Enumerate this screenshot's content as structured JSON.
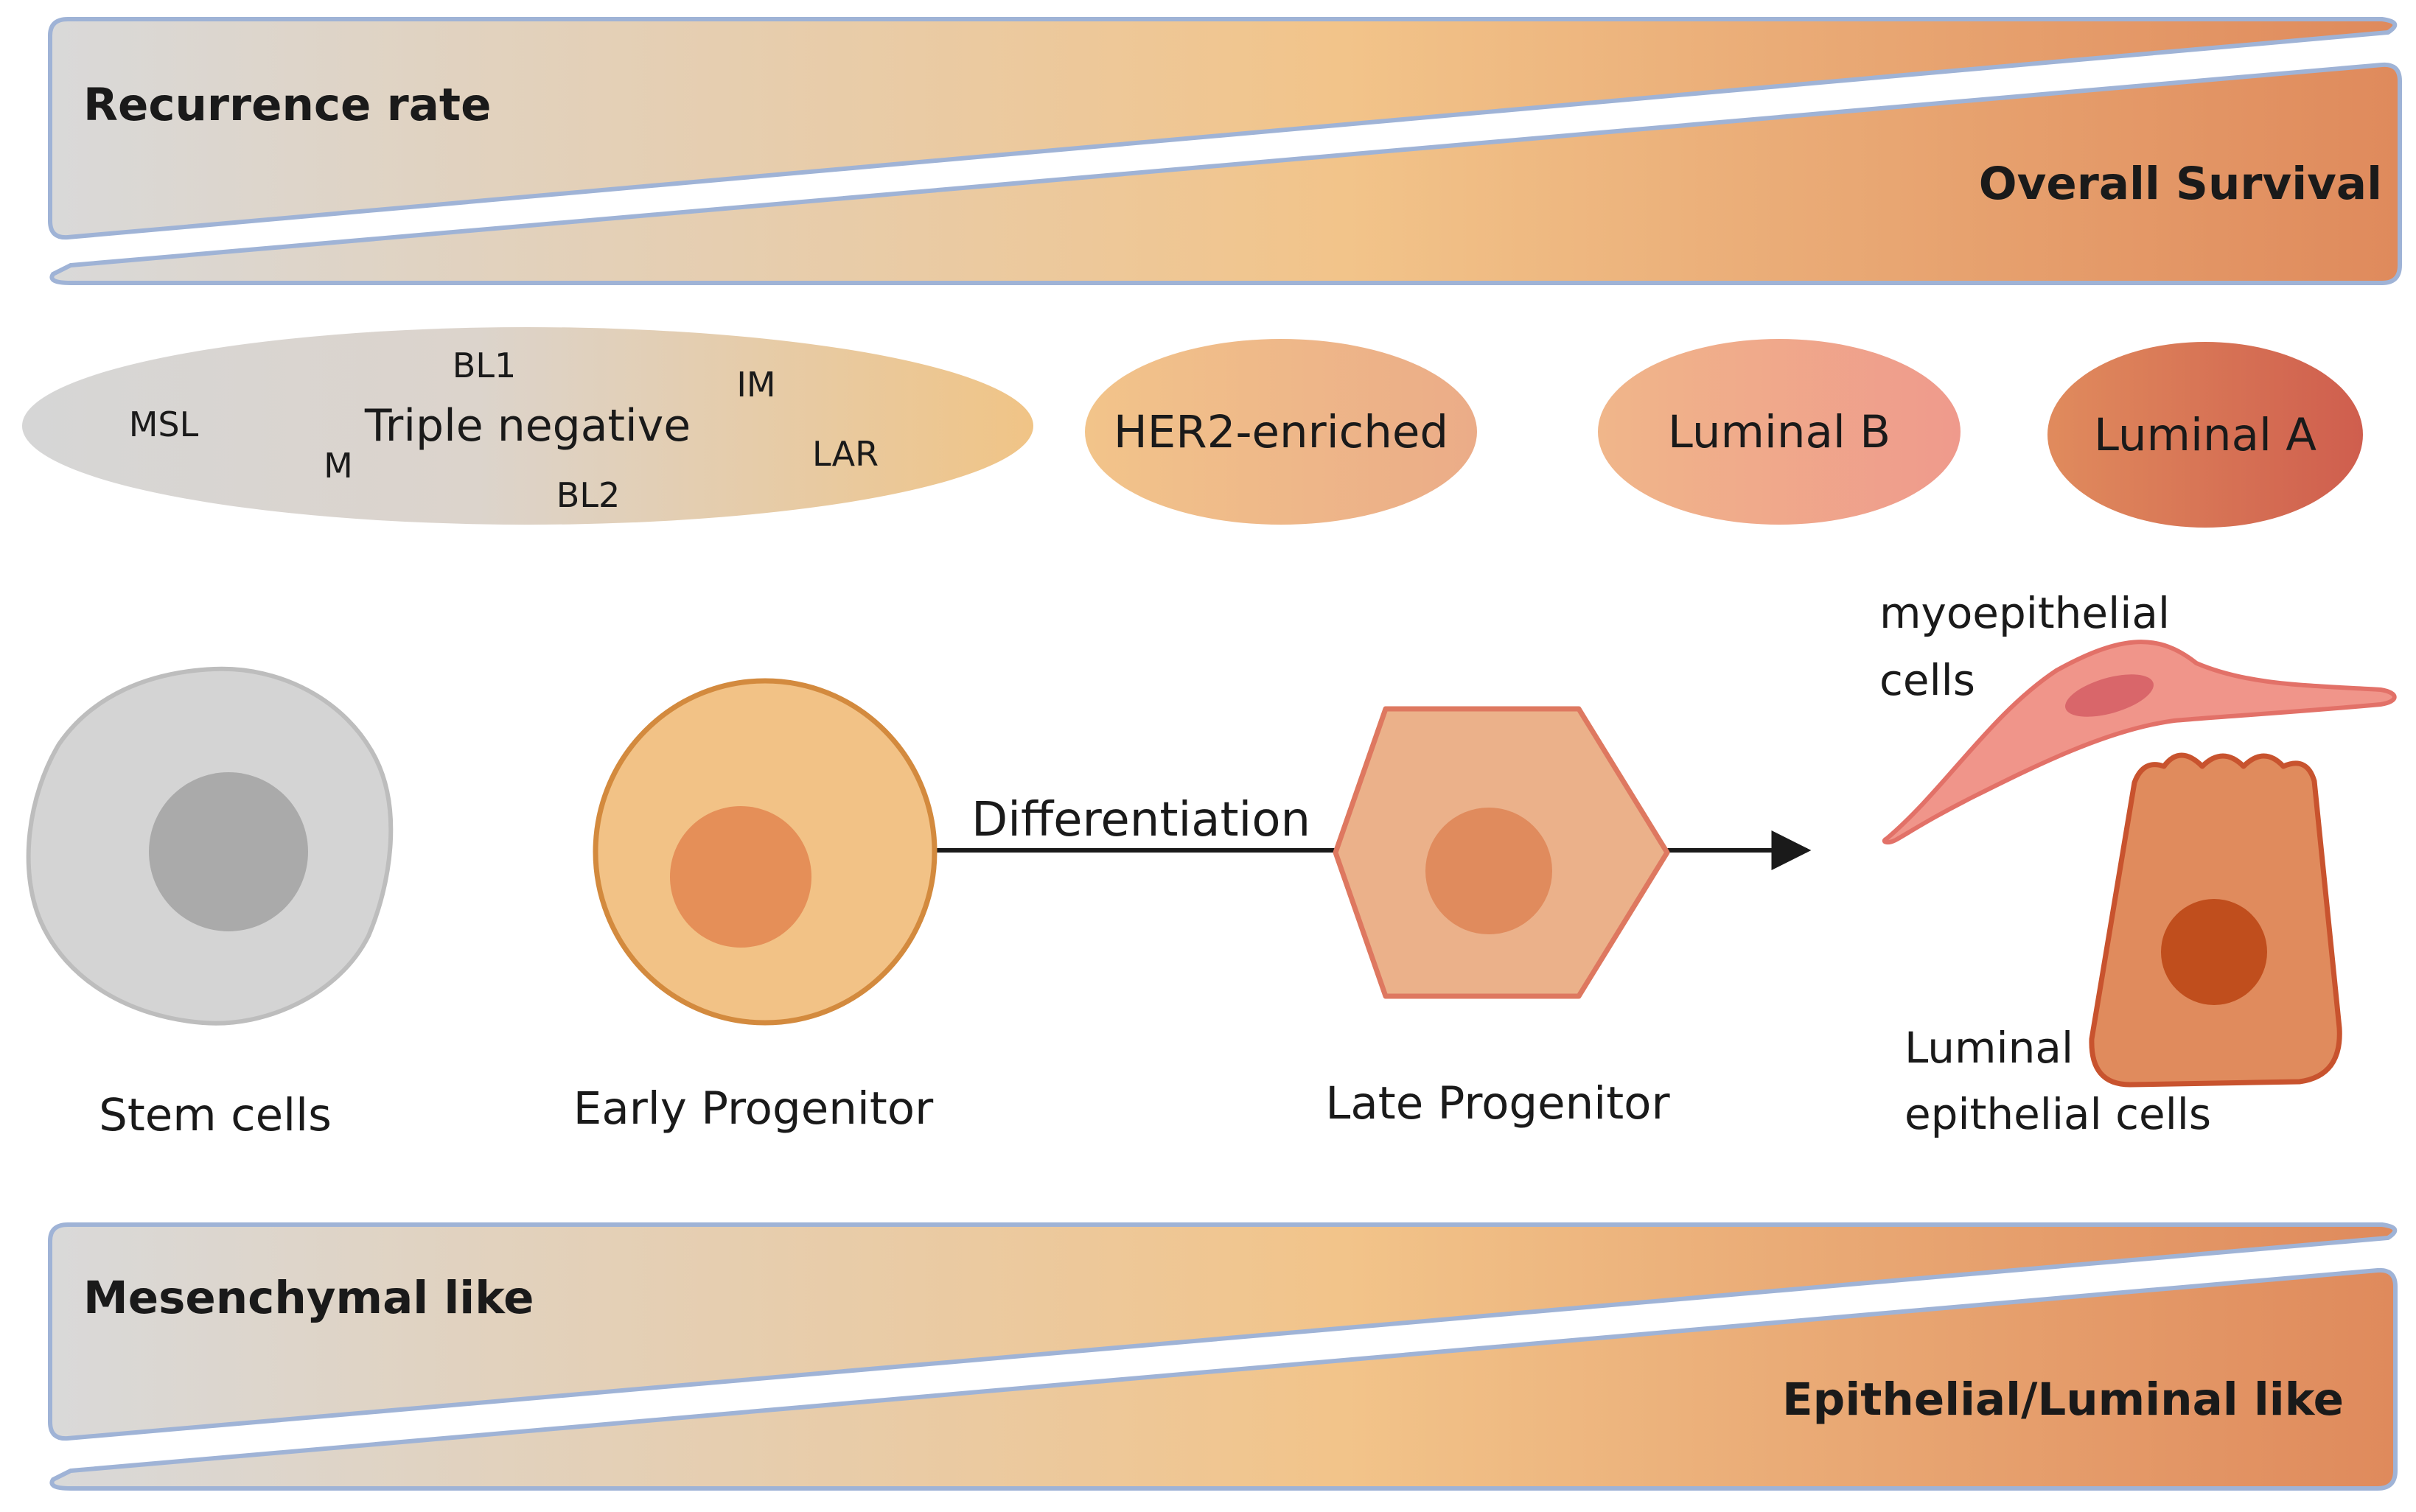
{
  "top_bar": {
    "left_label": "Recurrence rate",
    "right_label": "Overall Survival"
  },
  "subtypes": {
    "triple_negative": {
      "label": "Triple negative",
      "subgroups": {
        "msl": "MSL",
        "bl1": "BL1",
        "m": "M",
        "bl2": "BL2",
        "im": "IM",
        "lar": "LAR"
      }
    },
    "her2": "HER2-enriched",
    "luminal_b": "Luminal B",
    "luminal_a": "Luminal A"
  },
  "cells": {
    "stem": "Stem cells",
    "early": "Early Progenitor",
    "late": "Late Progenitor",
    "myo_line1": "myoepithelial",
    "myo_line2": "cells",
    "luminal_line1": "Luminal",
    "luminal_line2": "epithelial cells",
    "arrow_label": "Differentiation"
  },
  "bottom_bar": {
    "left_label": "Mesenchymal like",
    "right_label": "Epithelial/Luminal like"
  },
  "colors": {
    "grey": "#d9d9d9",
    "peach": "#f2c48a",
    "orange": "#e08a5e",
    "outline": "#9fb3d6",
    "luminal_a": "#cf5e4e"
  }
}
